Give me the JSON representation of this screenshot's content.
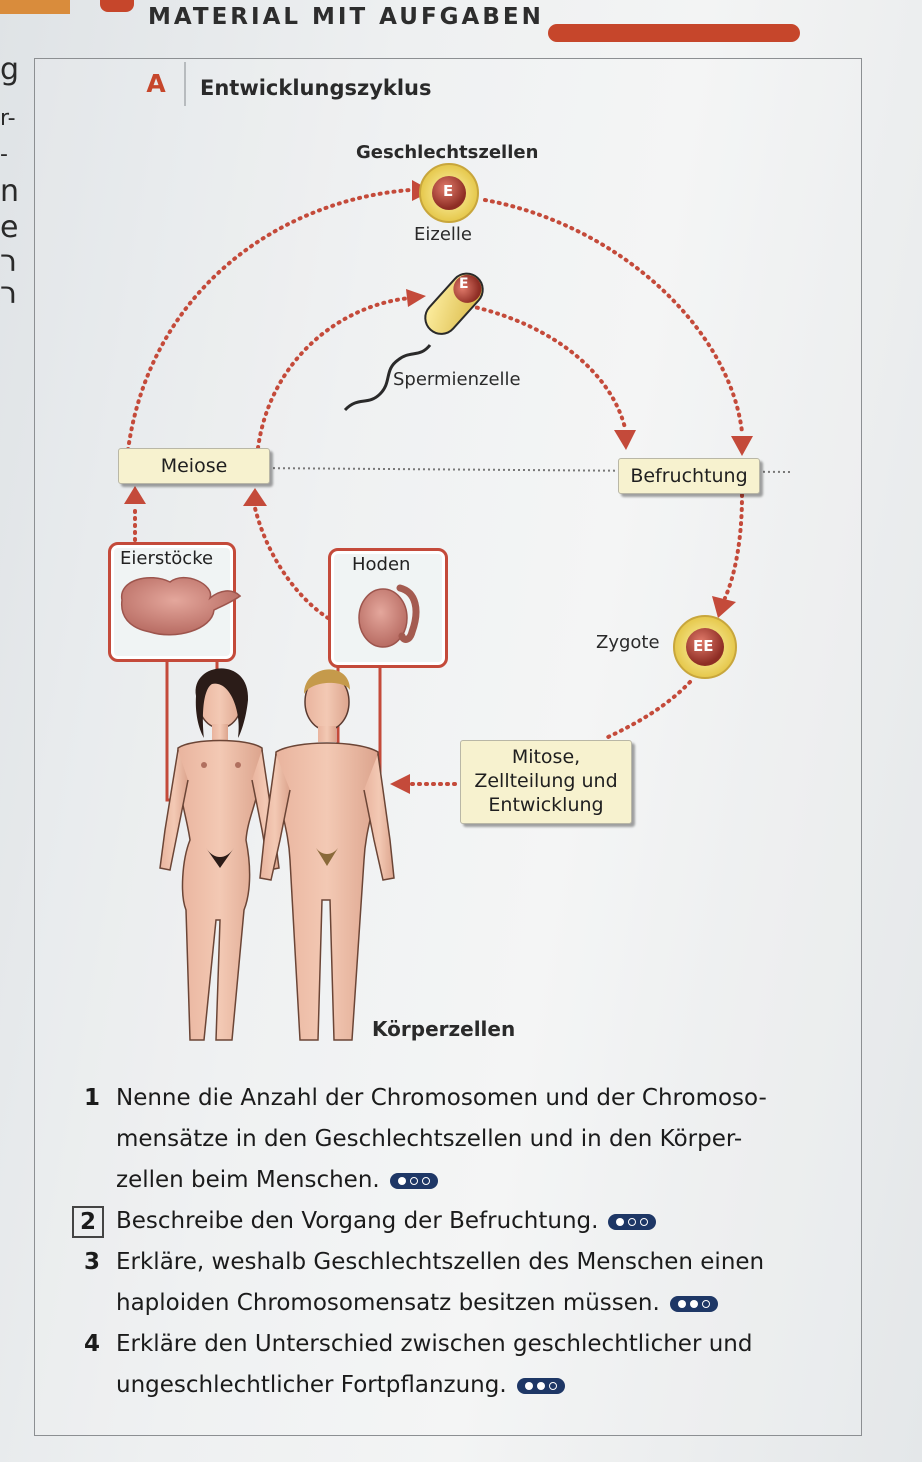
{
  "header": {
    "title": "MATERIAL MIT AUFGABEN"
  },
  "margin_letters": [
    "g",
    "r-",
    "-",
    "n",
    "e",
    "ר",
    "ר"
  ],
  "section": {
    "badge": "A",
    "title": "Entwicklungszyklus"
  },
  "diagram": {
    "geschlechtszellen": "Geschlechtszellen",
    "egg_symbol": "E",
    "eizelle": "Eizelle",
    "sperm_symbol": "E",
    "spermienzelle": "Spermienzelle",
    "meiose": "Meiose",
    "befruchtung": "Befruchtung",
    "eierstoecke": "Eierstöcke",
    "hoden": "Hoden",
    "zygote": "Zygote",
    "zygote_symbol": "EE",
    "mitose_line1": "Mitose,",
    "mitose_line2": "Zellteilung und",
    "mitose_line3": "Entwicklung",
    "koerperzellen": "Körperzellen"
  },
  "tasks": [
    {
      "number": "1",
      "lines": [
        "Nenne die Anzahl der Chromosomen und der Chromoso-",
        "mensätze in den Geschlechtszellen und in den Körper-",
        "zellen beim Menschen."
      ],
      "difficulty": 1,
      "boxed": false
    },
    {
      "number": "2",
      "lines": [
        "Beschreibe den Vorgang der Befruchtung."
      ],
      "difficulty": 1,
      "boxed": true
    },
    {
      "number": "3",
      "lines": [
        "Erkläre, weshalb Geschlechtszellen des Menschen einen",
        "haploiden Chromosomensatz besitzen müssen."
      ],
      "difficulty": 2,
      "boxed": false
    },
    {
      "number": "4",
      "lines": [
        "Erkläre den Unterschied zwischen geschlechtlicher und",
        "ungeschlechtlicher Fortpflanzung."
      ],
      "difficulty": 2,
      "boxed": false
    }
  ],
  "colors": {
    "accent_red": "#c6462b",
    "arrow_red": "#c44a3a",
    "label_bg": "#f7f2cf",
    "difficulty_badge": "#1e3766"
  }
}
